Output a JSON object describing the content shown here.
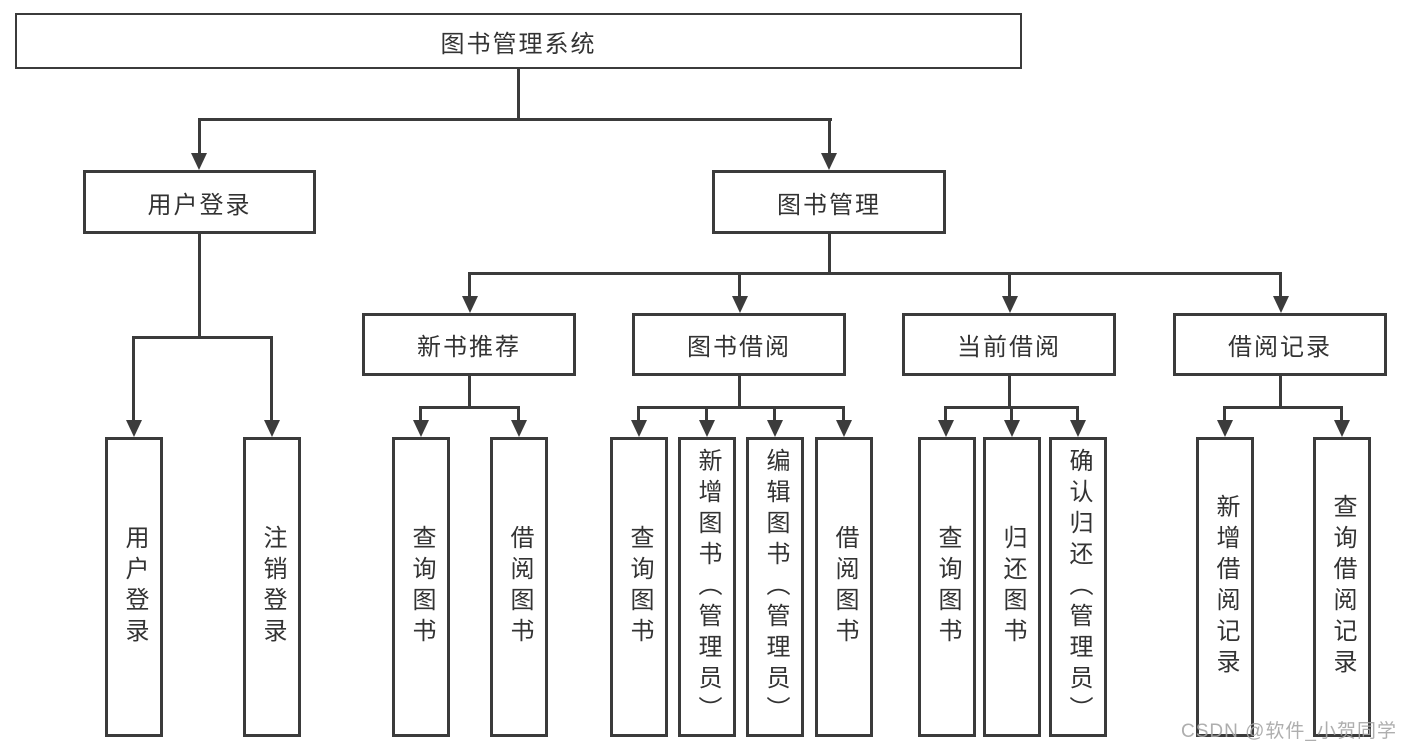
{
  "diagram": {
    "root": "图书管理系统",
    "level2": {
      "user_login": "用户登录",
      "book_management": "图书管理"
    },
    "user_login_children": {
      "login": "用户登录",
      "logout": "注销登录"
    },
    "level3": {
      "new_book": "新书推荐",
      "book_borrow": "图书借阅",
      "current_borrow": "当前借阅",
      "borrow_record": "借阅记录"
    },
    "new_book_children": {
      "query": "查询图书",
      "borrow": "借阅图书"
    },
    "book_borrow_children": {
      "query": "查询图书",
      "add": "新增图书（管理员）",
      "edit": "编辑图书（管理员）",
      "borrow": "借阅图书"
    },
    "current_borrow_children": {
      "query": "查询图书",
      "return_book": "归还图书",
      "confirm_return": "确认归还（管理员）"
    },
    "borrow_record_children": {
      "add": "新增借阅记录",
      "query": "查询借阅记录"
    }
  },
  "watermark": "CSDN @软件_小贺同学",
  "colors": {
    "line": "#3b3b3b",
    "text": "#333333",
    "watermark": "#a5a5a5",
    "background": "#ffffff"
  }
}
